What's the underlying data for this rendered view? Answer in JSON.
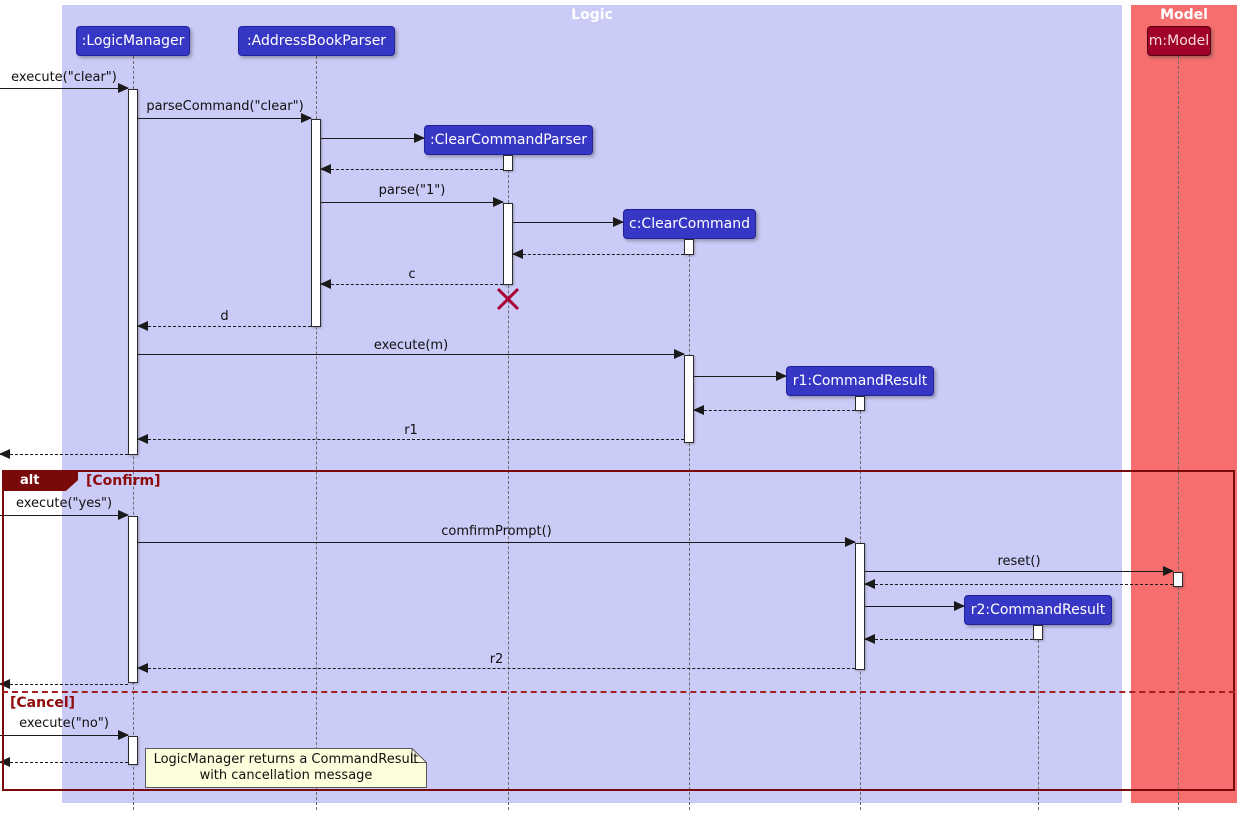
{
  "frames": {
    "logic": {
      "title": "Logic"
    },
    "model": {
      "title": "Model"
    }
  },
  "participants": {
    "logic_manager": ":LogicManager",
    "address_book_parser": ":AddressBookParser",
    "clear_command_parser": ":ClearCommandParser",
    "clear_command": "c:ClearCommand",
    "r1_command_result": "r1:CommandResult",
    "r2_command_result": "r2:CommandResult",
    "model": "m:Model"
  },
  "messages": {
    "execute_clear": "execute(\"clear\")",
    "parse_command_clear": "parseCommand(\"clear\")",
    "parse_1": "parse(\"1\")",
    "return_c": "c",
    "return_d": "d",
    "execute_m": "execute(m)",
    "return_r1": "r1",
    "execute_yes": "execute(\"yes\")",
    "comfirm_prompt": "comfirmPrompt()",
    "reset": "reset()",
    "return_r2": "r2",
    "execute_no": "execute(\"no\")"
  },
  "alt": {
    "operator": "alt",
    "guard_confirm": "[Confirm]",
    "guard_cancel": "[Cancel]"
  },
  "note": {
    "line1": "LogicManager returns a CommandResult",
    "line2": "with cancellation message"
  },
  "colors": {
    "logic_frame_bg": "#CBCBF7",
    "model_frame_bg": "#F76E6E",
    "participant_bg": "#3737C6",
    "participant_border": "#22229E",
    "model_participant_bg": "#9F0128",
    "model_participant_border": "#5A0014",
    "alt_border": "#7A0A0A",
    "guard_text": "#8F0A0A",
    "destroy_x": "#A80036",
    "note_bg": "#FDFFDC"
  }
}
